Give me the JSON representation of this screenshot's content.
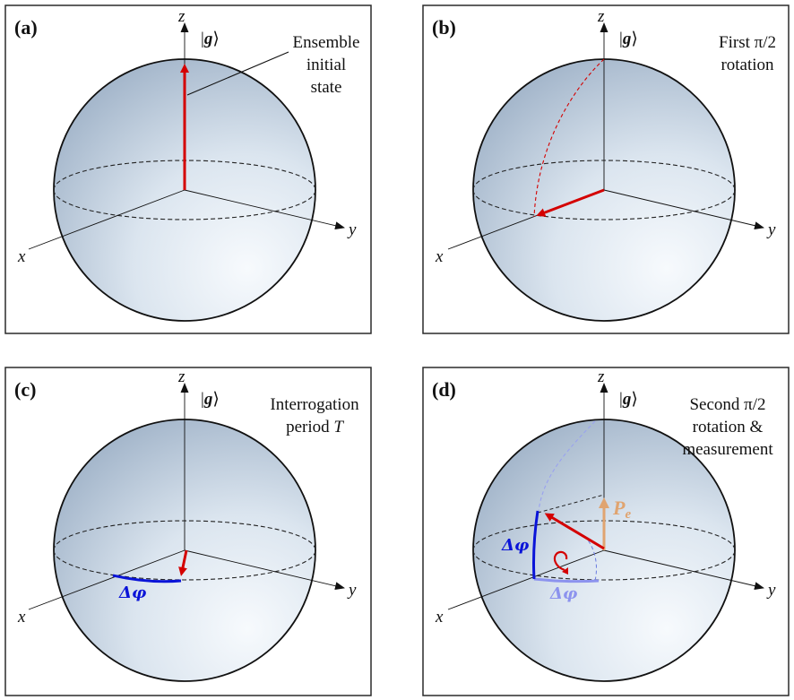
{
  "colors": {
    "state_vector": "#d40000",
    "phase": "#0a14d8",
    "phase_faded": "#8c93ee",
    "trajectory_faded": "#9aa2ef",
    "pe_arrow": "#e0a470",
    "sphere_light": "#f6f9fc",
    "sphere_dark": "#9cb0c6",
    "frame": "#2a2a2a"
  },
  "axes": {
    "x": "x",
    "y": "y",
    "z": "z",
    "ket_open": "|",
    "ket_g": "g",
    "ket_close": "⟩"
  },
  "panels": {
    "a": {
      "letter": "(a)",
      "caption": [
        "Ensemble",
        "initial",
        "state"
      ]
    },
    "b": {
      "letter": "(b)",
      "caption": [
        "First π/2",
        "rotation"
      ]
    },
    "c": {
      "letter": "(c)",
      "caption": [
        "Interrogation",
        "period "
      ],
      "caption_italic": "T",
      "phase_label": "Δφ"
    },
    "d": {
      "letter": "(d)",
      "caption": [
        "Second π/2",
        "rotation &",
        "measurement"
      ],
      "phase_label": "Δφ",
      "phase_label_faded": "Δφ",
      "pe_label": "P",
      "pe_sub": "e"
    }
  }
}
